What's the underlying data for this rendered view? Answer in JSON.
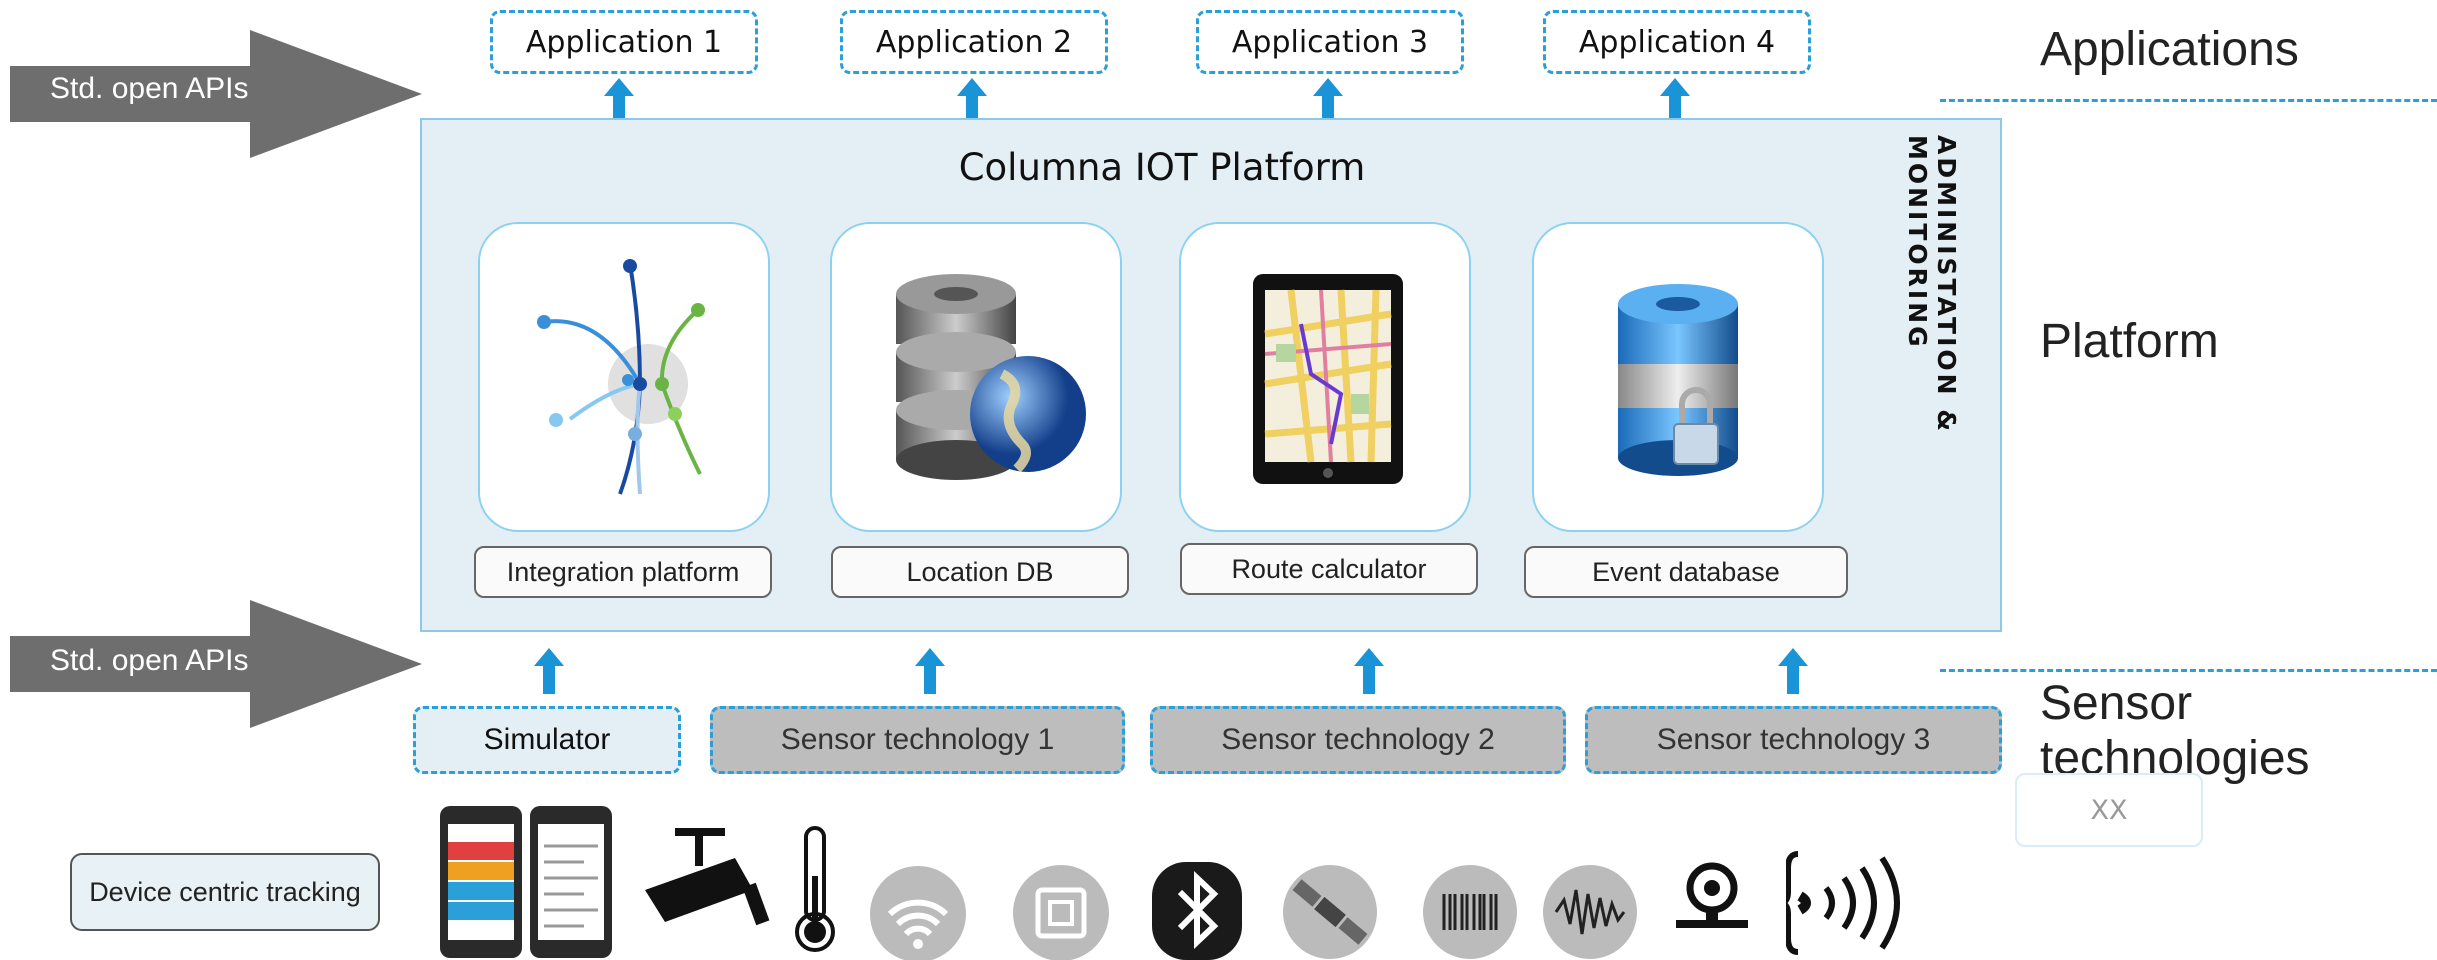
{
  "applications": [
    {
      "label": "Application 1"
    },
    {
      "label": "Application 2"
    },
    {
      "label": "Application 3"
    },
    {
      "label": "Application 4"
    }
  ],
  "api_arrows": {
    "top_label": "Std. open APIs",
    "bottom_label": "Std. open APIs"
  },
  "layers": {
    "applications": "Applications",
    "platform": "Platform",
    "sensors": "Sensor technologies"
  },
  "platform": {
    "title": "Columna IOT Platform",
    "side_label": "ADMINISTATION & MONITORING",
    "components": [
      {
        "label": "Integration platform",
        "icon": "network-graph-icon"
      },
      {
        "label": "Location DB",
        "icon": "database-globe-icon"
      },
      {
        "label": "Route calculator",
        "icon": "tablet-map-icon"
      },
      {
        "label": "Event database",
        "icon": "database-lock-icon"
      }
    ]
  },
  "sensors": [
    {
      "label": "Simulator"
    },
    {
      "label": "Sensor technology 1"
    },
    {
      "label": "Sensor technology 2"
    },
    {
      "label": "Sensor technology 3"
    }
  ],
  "extra_box": "XX",
  "device_tracking": "Device centric tracking",
  "devices": [
    "smartphone-icon",
    "smartphone-icon",
    "security-camera-icon",
    "thermometer-icon",
    "wifi-icon",
    "nfc-chip-icon",
    "bluetooth-icon",
    "satellite-icon",
    "barcode-icon",
    "waveform-icon",
    "webcam-icon",
    "rfid-signal-icon"
  ],
  "colors": {
    "accent": "#2a9fd8",
    "platform_bg": "#e3eff5",
    "arrow_grey": "#6e6e6e",
    "sensor_grey": "#bdbdbd"
  }
}
